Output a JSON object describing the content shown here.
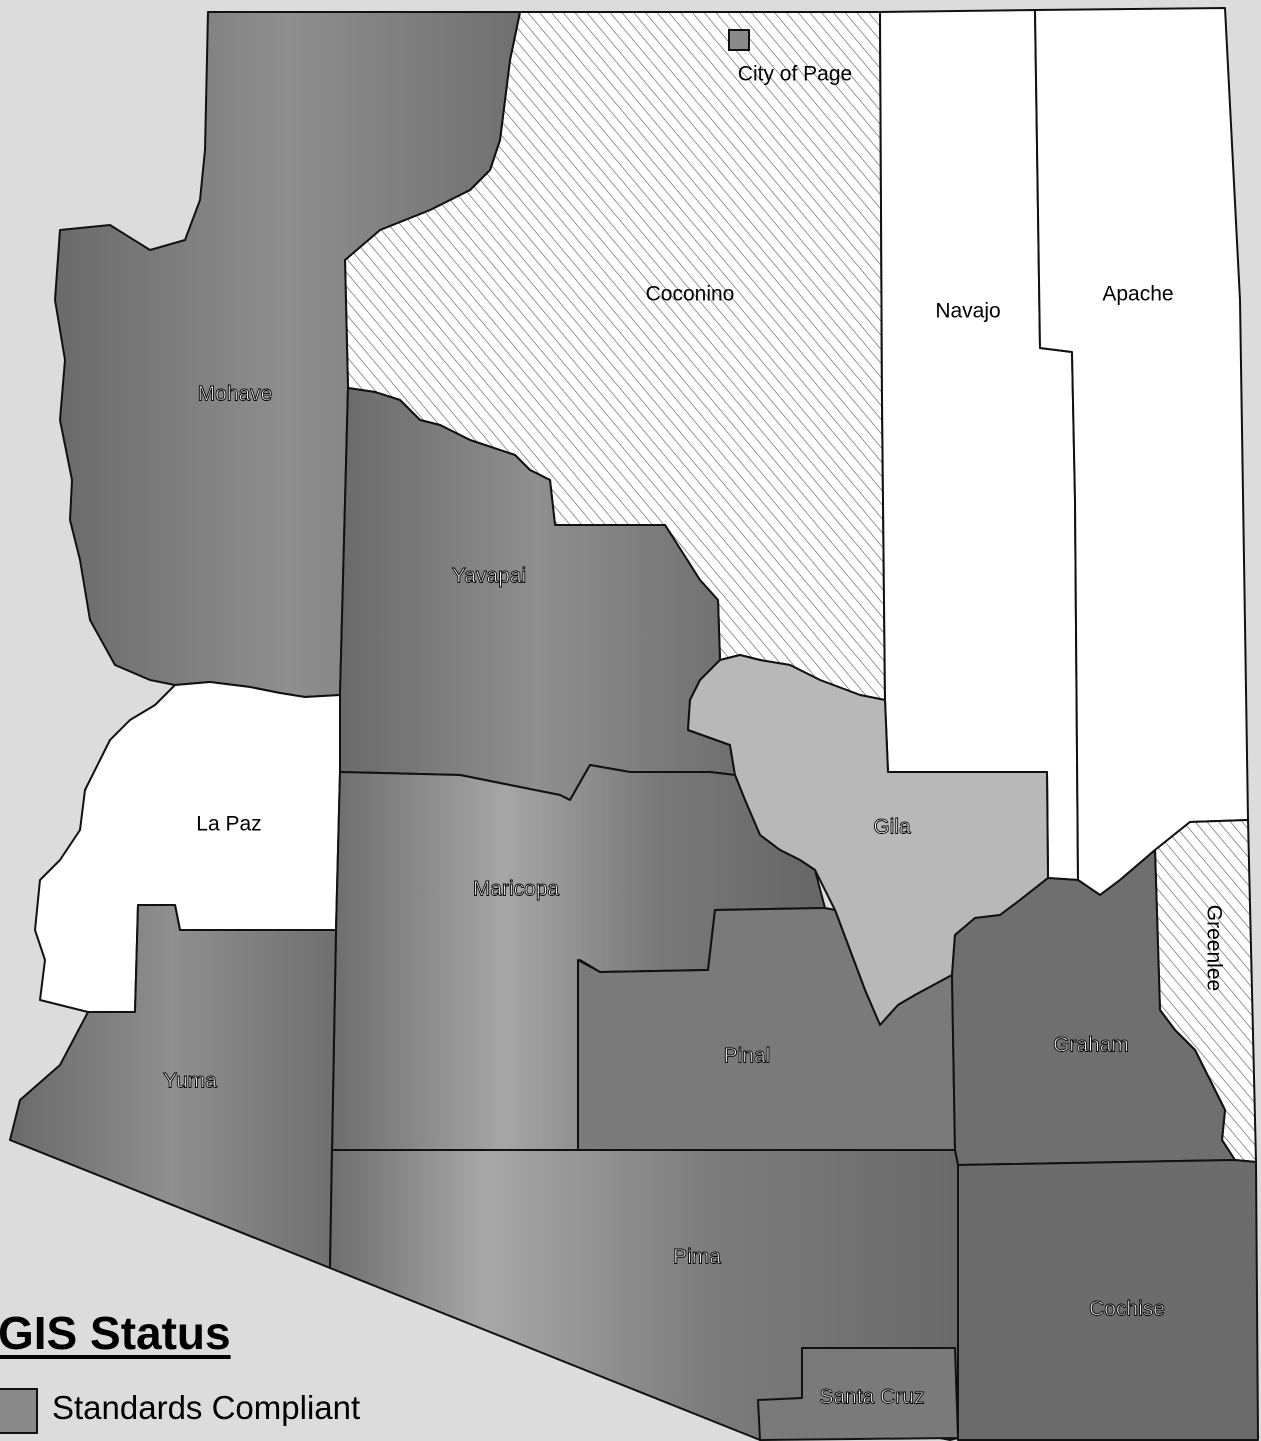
{
  "legend": {
    "title": "GIS Status",
    "items": [
      {
        "label": "Standards Compliant",
        "color": "#8a8a8a"
      }
    ]
  },
  "colors": {
    "compliant": "#7c7c7c",
    "light_gray": "#b9b9b9",
    "none": "#ffffff",
    "hatched": "#ffffff",
    "hatch_line": "#555555",
    "background": "#dcdcdc"
  },
  "counties": [
    {
      "name": "Mohave",
      "status": "compliant"
    },
    {
      "name": "Coconino",
      "status": "hatched"
    },
    {
      "name": "Navajo",
      "status": "none"
    },
    {
      "name": "Apache",
      "status": "none"
    },
    {
      "name": "Yavapai",
      "status": "compliant"
    },
    {
      "name": "La Paz",
      "status": "none"
    },
    {
      "name": "Maricopa",
      "status": "compliant"
    },
    {
      "name": "Gila",
      "status": "light_gray"
    },
    {
      "name": "Greenlee",
      "status": "hatched"
    },
    {
      "name": "Yuma",
      "status": "compliant"
    },
    {
      "name": "Pinal",
      "status": "compliant"
    },
    {
      "name": "Graham",
      "status": "compliant"
    },
    {
      "name": "Pima",
      "status": "compliant"
    },
    {
      "name": "Cochise",
      "status": "compliant"
    },
    {
      "name": "Santa Cruz",
      "status": "compliant"
    }
  ],
  "city": {
    "name": "City of Page",
    "status": "compliant"
  }
}
